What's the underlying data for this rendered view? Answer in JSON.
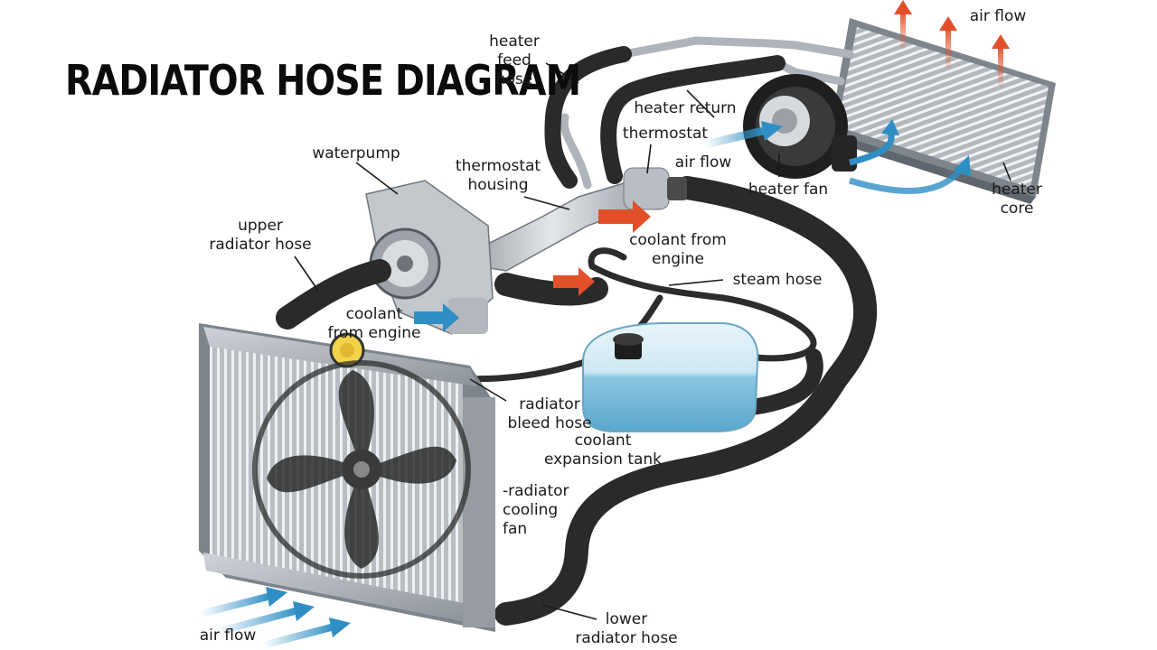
{
  "title": "RADIATOR HOSE DIAGRAM",
  "labels": {
    "heater_feed_hose": "heater feed\nhose",
    "air_flow_top": "air flow",
    "heater_return": "heater return",
    "thermostat": "thermostat",
    "air_flow_heater": "air flow",
    "heater_fan": "heater fan",
    "heater_core": "heater\ncore",
    "waterpump": "waterpump",
    "thermostat_housing": "thermostat\nhousing",
    "upper_radiator_hose": "upper\nradiator hose",
    "coolant_from_engine_right": "coolant from\nengine",
    "steam_hose": "steam hose",
    "coolant_from_engine_left": "coolant\nfrom engine",
    "radiator_bleed_hose": "radiator\nbleed hose",
    "coolant_expansion_tank": "coolant\nexpansion tank",
    "radiator_cooling_fan": "-radiator\ncooling\nfan",
    "lower_radiator_hose": "lower\nradiator hose",
    "air_flow_bottom": "air flow"
  },
  "colors": {
    "hose": "#2a2a2a",
    "hot_arrow": "#e2502a",
    "cold_arrow": "#2f8fc4",
    "metal": "#c9cdd2",
    "tank": "#a9d6ea"
  }
}
